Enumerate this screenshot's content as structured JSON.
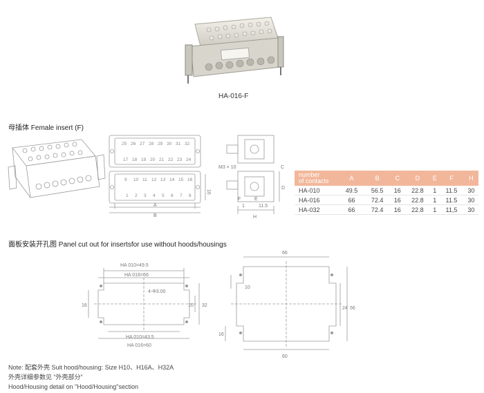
{
  "product": {
    "model": "HA-016-F",
    "label_text": "HA-016-F"
  },
  "drawing": {
    "section_title": "母插体 Female insert (F)",
    "dims": {
      "A": "A",
      "B": "B",
      "C": "C",
      "D": "D",
      "E": "E",
      "F": "F",
      "H": "H",
      "m3": "M3 × 10",
      "d16": "16",
      "d1": "1",
      "d11_5": "11.5"
    },
    "pins_top": [
      "25",
      "26",
      "27",
      "28",
      "29",
      "30",
      "31",
      "32",
      "17",
      "18",
      "19",
      "20",
      "21",
      "22",
      "23",
      "24"
    ],
    "pins_bottom": [
      "9",
      "10",
      "11",
      "12",
      "13",
      "14",
      "15",
      "16",
      "1",
      "2",
      "3",
      "4",
      "5",
      "6",
      "7",
      "8"
    ]
  },
  "table": {
    "header": [
      "number\nof contacts",
      "A",
      "B",
      "C",
      "D",
      "E",
      "F",
      "H"
    ],
    "header_first_lines": [
      "number",
      "of contacts"
    ],
    "rows": [
      [
        "HA-010",
        "49.5",
        "56.5",
        "16",
        "22.8",
        "1",
        "11.5",
        "30"
      ],
      [
        "HA-016",
        "66",
        "72.4",
        "16",
        "22.8",
        "1",
        "11.5",
        "30"
      ],
      [
        "HA-032",
        "66",
        "72.4",
        "16",
        "22.8",
        "1",
        "11,5",
        "30"
      ]
    ],
    "header_color": "#f2b79b"
  },
  "panel": {
    "section_title": "面板安装开孔图 Panel cut out for insertsfor use without hoods/housings",
    "left": {
      "top1": "HA 010=49.5",
      "top2": "HA 016=66",
      "bot1": "HA 010=43.5",
      "bot2": "HA 016=60",
      "hole": "4-Φ3.00",
      "h16": "16",
      "h10": "10",
      "h32": "32"
    },
    "right": {
      "w66": "66",
      "w60": "60",
      "h10": "10",
      "h24": "24",
      "h56": "56",
      "h16": "16"
    }
  },
  "notes": {
    "line1": "Note: 配套外壳 Suit hood/housing: Size H10、H16A、H32A",
    "line2": "外壳详细参数见 “外壳部分”",
    "line3": "Hood/Housing detail on \"Hood/Housing\"section"
  }
}
